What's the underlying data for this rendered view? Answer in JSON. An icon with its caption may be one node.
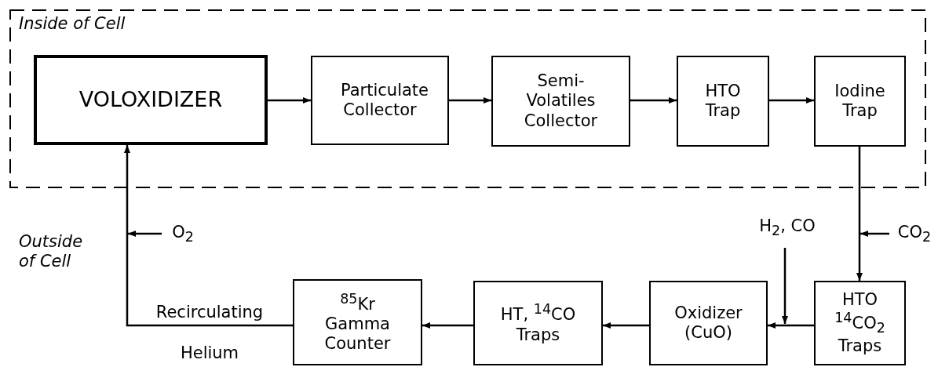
{
  "diagram": {
    "nodes": [
      {
        "text": [
          "Inside of Cell"
        ]
      },
      {
        "text": [
          "VOLOXIDIZER"
        ],
        "in": 0
      },
      {
        "text": [
          "Particulate Collector"
        ],
        "in": 0
      },
      {
        "text": [
          "Semi- Volatiles Collector"
        ],
        "in": 0
      },
      {
        "text": [
          "HTO Trap"
        ],
        "in": 0
      },
      {
        "text": [
          "Iodine Trap"
        ],
        "in": 0
      },
      {
        "text": [
          "HTO $^{14}$CO$_{2}$ Traps"
        ]
      },
      {
        "text": [
          "Oxidizer (CuO)"
        ]
      },
      {
        "text": [
          "HT, $^{14}$CO Traps"
        ]
      },
      {
        "text": [
          "$^{85}$Kr Gamma Counter"
        ]
      },
      {
        "text": [
          "O$_{2}$"
        ]
      },
      {
        "text": [
          "CO$_{2}$"
        ]
      },
      {
        "text": [
          "H$_{2}$, CO"
        ]
      }
    ],
    "edges": [
      {
        "from": 1,
        "to": 2,
        "arrow": "to"
      },
      {
        "from": 2,
        "to": 3,
        "arrow": "to"
      },
      {
        "from": 3,
        "to": 4,
        "arrow": "to"
      },
      {
        "from": 4,
        "to": 5,
        "arrow": "to"
      },
      {
        "from": 5,
        "to": 6,
        "arrow": "to"
      },
      {
        "from": 6,
        "to": 7,
        "arrow": "to"
      },
      {
        "from": 7,
        "to": 8,
        "arrow": "to"
      },
      {
        "from": 8,
        "to": 9,
        "arrow": "to"
      },
      {
        "from": 9,
        "to": 1,
        "label": "Recirculating Helium",
        "arrow": "to"
      },
      {
        "from": 10,
        "to": null,
        "arrow": "to"
      },
      {
        "from": 11,
        "to": null,
        "arrow": "to"
      },
      {
        "from": 12,
        "to": 7,
        "arrow": "to"
      }
    ],
    "labels": [
      "Outside of Cell"
    ]
  }
}
